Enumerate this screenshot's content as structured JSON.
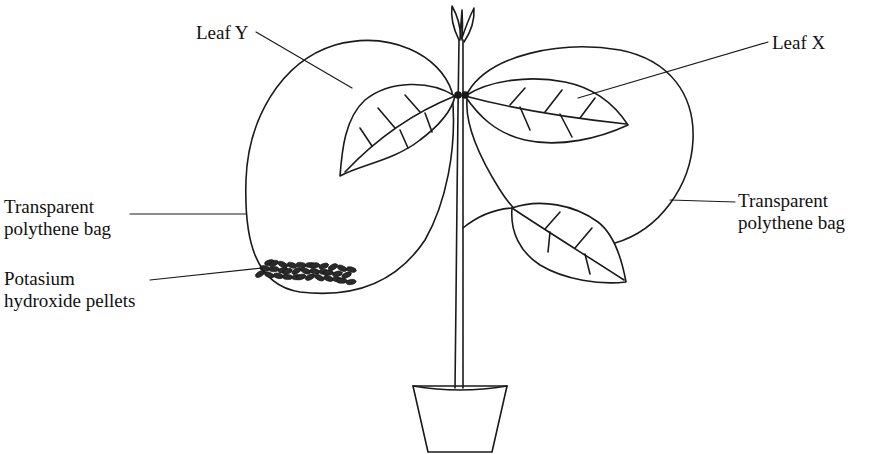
{
  "diagram": {
    "labels": [
      "Leaf Y",
      "Leaf X",
      "Transparent polythene bag",
      "Transparent polythene bag",
      "Potasium hydroxide pellets"
    ]
  }
}
